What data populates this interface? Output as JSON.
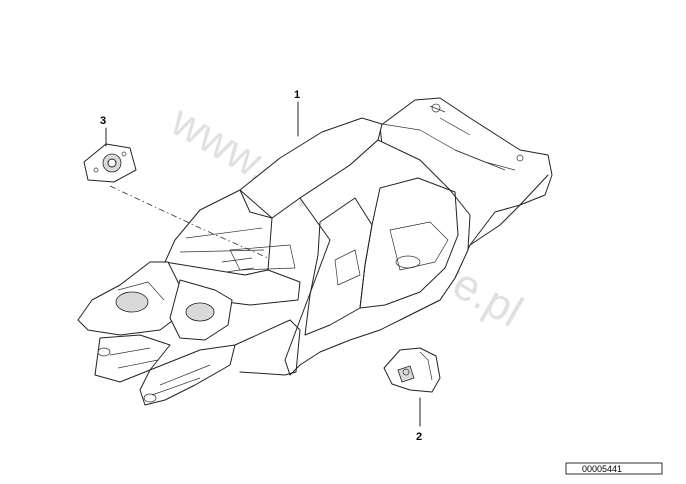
{
  "callouts": [
    {
      "label": "1",
      "part": "body-in-white"
    },
    {
      "label": "2",
      "part": "bracket"
    },
    {
      "label": "3",
      "part": "plate"
    }
  ],
  "watermark": "www.BMWmotore.pl",
  "reference_number": "00005441"
}
